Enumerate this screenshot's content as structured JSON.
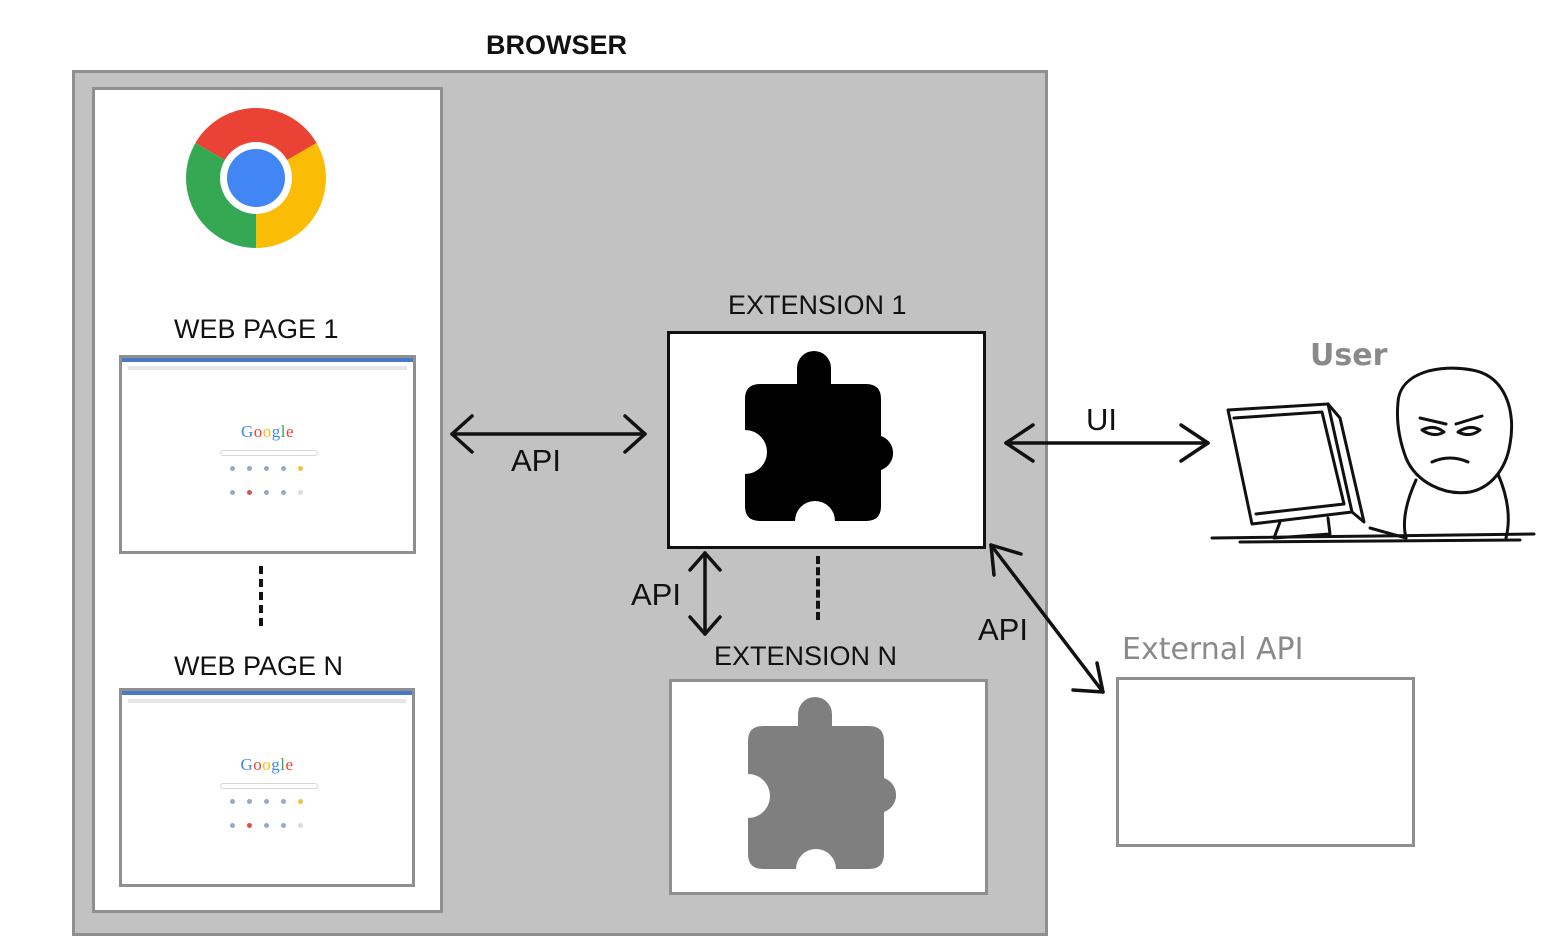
{
  "browser": {
    "title": "BROWSER",
    "web_pages": [
      {
        "label": "WEB PAGE 1",
        "logo_text": "Google"
      },
      {
        "label": "WEB PAGE N",
        "logo_text": "Google"
      }
    ],
    "extensions": [
      {
        "label": "EXTENSION 1",
        "icon": "puzzle-piece-icon",
        "color": "#000000"
      },
      {
        "label": "EXTENSION N",
        "icon": "puzzle-piece-icon",
        "color": "#7f7f7f"
      }
    ]
  },
  "connections": {
    "page_to_extension": "API",
    "extension_to_extension": "API",
    "extension_to_user": "UI",
    "extension_to_external": "API"
  },
  "user": {
    "label": "User"
  },
  "external_api": {
    "label": "External API"
  },
  "colors": {
    "browser_bg": "#c2c2c2",
    "border_grey": "#8f8f8f",
    "google_blue": "#4285f4",
    "google_red": "#ea4335",
    "google_yellow": "#fbbc05",
    "google_green": "#34a853"
  }
}
